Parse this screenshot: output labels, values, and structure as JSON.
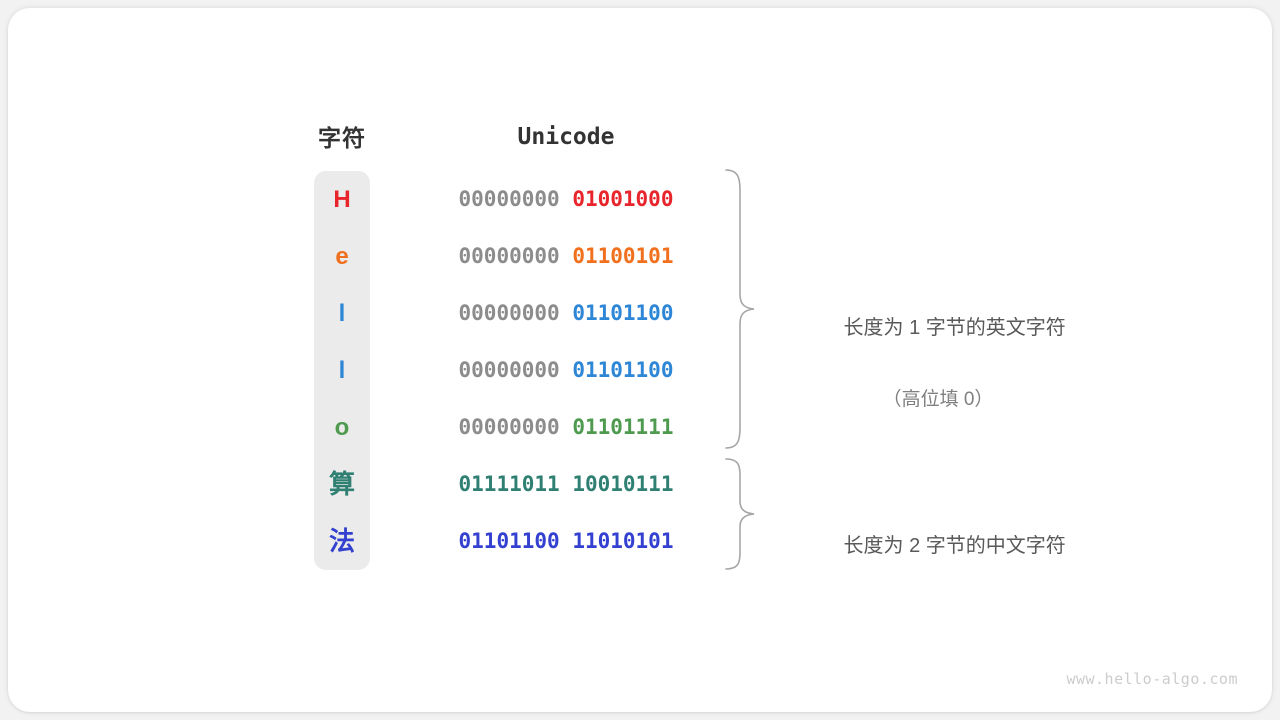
{
  "headers": {
    "char": "字符",
    "unicode": "Unicode"
  },
  "colors": {
    "background": "#f2f2f2",
    "card": "#ffffff",
    "strip": "#ebebeb",
    "high_bits": "#8c8c8c",
    "brace": "#a6a6a6",
    "note": "#595959",
    "note_sub": "#808080",
    "watermark": "#cccccc",
    "header_text": "#333333"
  },
  "rows": [
    {
      "char": "H",
      "color": "#e8252c",
      "high": "00000000",
      "low": "01001000",
      "cjk": false
    },
    {
      "char": "e",
      "color": "#f1701d",
      "high": "00000000",
      "low": "01100101",
      "cjk": false
    },
    {
      "char": "l",
      "color": "#2e86d6",
      "high": "00000000",
      "low": "01101100",
      "cjk": false
    },
    {
      "char": "l",
      "color": "#2e86d6",
      "high": "00000000",
      "low": "01101100",
      "cjk": false
    },
    {
      "char": "o",
      "color": "#4e9a4e",
      "high": "00000000",
      "low": "01101111",
      "cjk": false
    },
    {
      "char": "算",
      "color": "#2f8073",
      "high": "01111011",
      "low": "10010111",
      "cjk": true
    },
    {
      "char": "法",
      "color": "#3340d0",
      "high": "01101100",
      "low": "11010101",
      "cjk": true
    }
  ],
  "annotations": [
    {
      "main": "长度为 1 字节的英文字符",
      "sub": "（高位填 0）"
    },
    {
      "main": "长度为 2 字节的中文字符",
      "sub": ""
    }
  ],
  "watermark": "www.hello-algo.com"
}
